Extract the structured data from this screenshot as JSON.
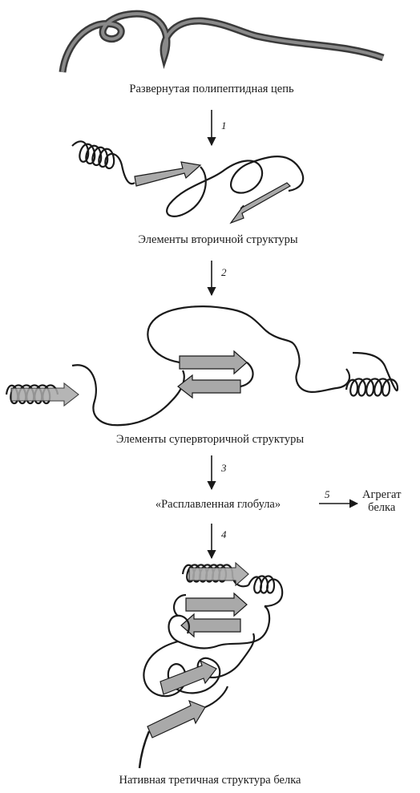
{
  "stages": [
    {
      "id": "unfolded",
      "label": "Развернутая полипептидная цепь"
    },
    {
      "id": "secondary",
      "label": "Элементы вторичной структуры"
    },
    {
      "id": "supersecondary",
      "label": "Элементы супервторичной структуры"
    },
    {
      "id": "molten",
      "label": "«Расплавленная глобула»"
    },
    {
      "id": "native",
      "label": "Нативная третичная структура белка"
    }
  ],
  "steps": [
    "1",
    "2",
    "3",
    "4",
    "5"
  ],
  "aggregate": {
    "line1": "Агрегат",
    "line2": "белка"
  },
  "colors": {
    "ink": "#1a1a1a",
    "ribbon": "#5a5a5a",
    "strand": "#a9a9a9"
  }
}
